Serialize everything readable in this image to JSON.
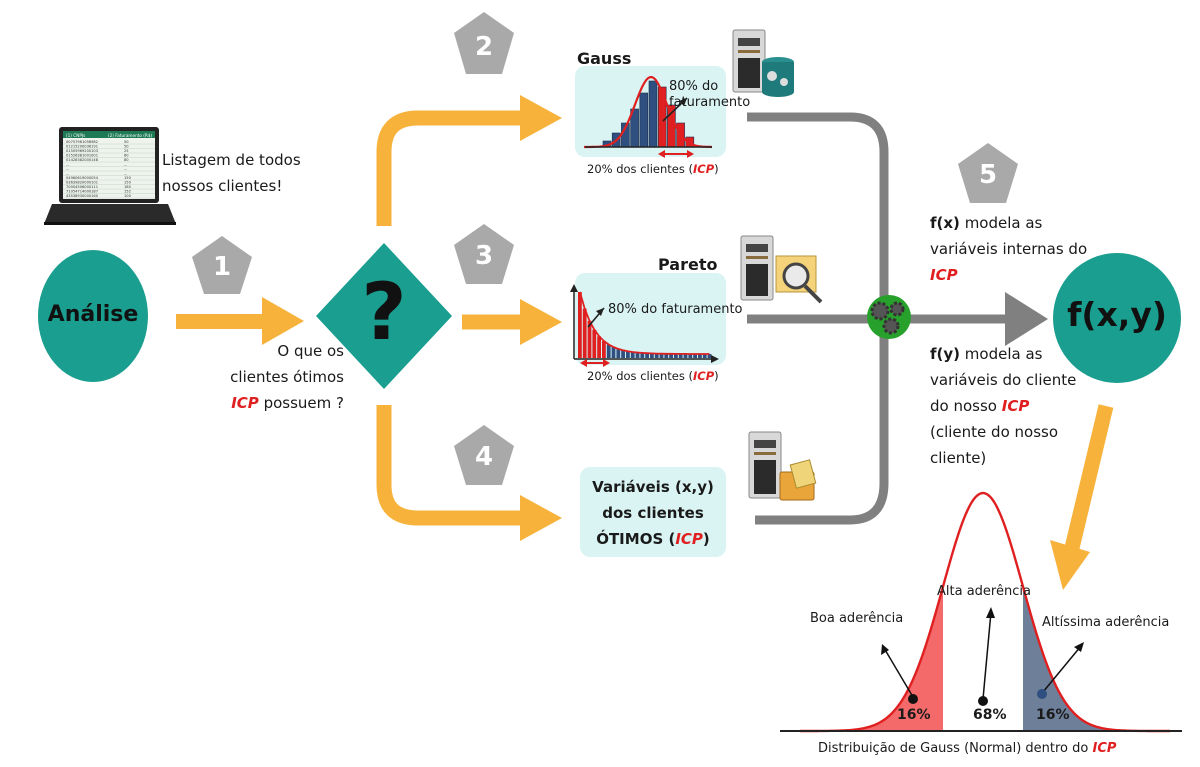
{
  "steps": [
    "1",
    "2",
    "3",
    "4",
    "5"
  ],
  "laptop": {
    "col_a": "(1) CNPJs",
    "col_b": "(2) Faturamento (R$)",
    "rows": [
      [
        "00757961058982",
        "50"
      ],
      [
        "01215200036191",
        "50"
      ],
      [
        "01505969200103",
        "25"
      ],
      [
        "01526381001001",
        "60"
      ],
      [
        "01428382000148",
        "80"
      ],
      [
        "...",
        "..."
      ],
      [
        "...",
        "..."
      ],
      [
        "...",
        "..."
      ],
      [
        "04960619000054",
        "150"
      ],
      [
        "03639820000101",
        "150"
      ],
      [
        "70004506000111",
        "180"
      ],
      [
        "71054714000187",
        "152"
      ],
      [
        "43538930000160",
        "100"
      ]
    ],
    "caption_line1": "Listagem de todos",
    "caption_line2": "nossos clientes!"
  },
  "analise": "Análise",
  "question_mark": "?",
  "question_text": {
    "line1": "O que os",
    "line2": "clientes ótimos",
    "icp": "ICP",
    "line3_rest": " possuem ?"
  },
  "gauss_box": {
    "title": "Gauss",
    "annot_line1": "80% do",
    "annot_line2": "faturamento",
    "caption_pre": "20% dos clientes (",
    "icp": "ICP",
    "caption_post": ")"
  },
  "pareto_box": {
    "title": "Pareto",
    "annot": "80% do faturamento",
    "caption_pre": "20% dos clientes (",
    "icp": "ICP",
    "caption_post": ")"
  },
  "vars_box": {
    "line1": "Variáveis (x,y)",
    "line2": "dos clientes",
    "line3_pre": "ÓTIMOS (",
    "icp": "ICP",
    "line3_post": ")"
  },
  "fx_text": {
    "fn": "f(x)",
    "rest1": " modela as",
    "line2": "variáveis internas do",
    "icp": "ICP"
  },
  "fy_text": {
    "fn": "f(y)",
    "rest1": " modela as",
    "line2": "variáveis do cliente",
    "line3_pre": "do nosso ",
    "icp": "ICP",
    "line4": "(cliente do nosso",
    "line5": "cliente)"
  },
  "fxy": "f(x,y)",
  "normal": {
    "alta": "Alta aderência",
    "boa": "Boa aderência",
    "altissima": "Altíssima aderência",
    "pct_left": "16%",
    "pct_mid": "68%",
    "pct_right": "16%",
    "caption_pre": "Distribuição de Gauss (Normal) dentro do ",
    "icp": "ICP"
  },
  "colors": {
    "orange": "#f7b23b",
    "teal": "#1a9e8f",
    "gray_pent": "#a9a9a9",
    "gray_line": "#808080",
    "box_fill": "#d9f4f3",
    "red": "#e02020",
    "navy": "#2f4f80",
    "gear_green": "#27a02c"
  }
}
